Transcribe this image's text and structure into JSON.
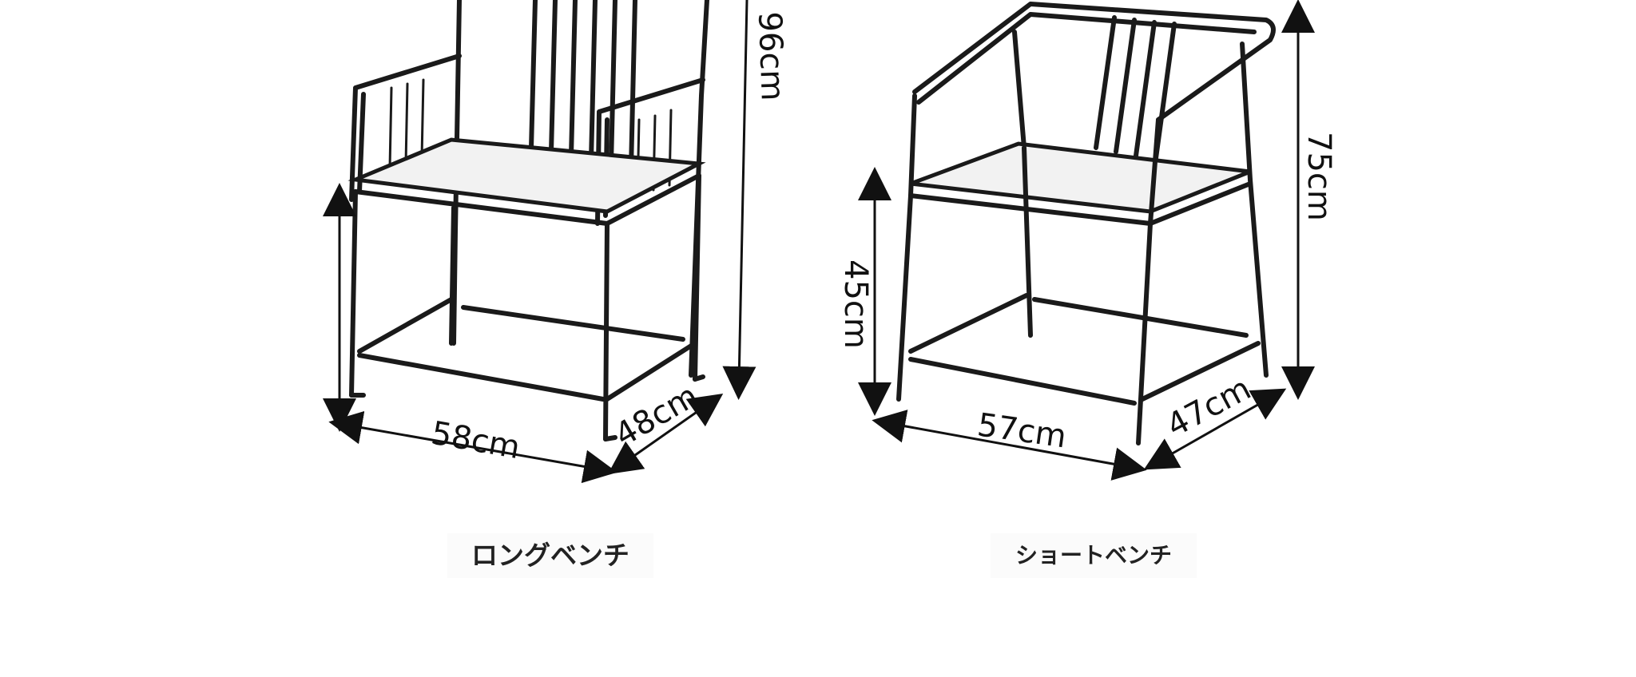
{
  "colors": {
    "background": "#ffffff",
    "line": "#1a1a1a",
    "caption_text": "#222222"
  },
  "long_bench": {
    "caption": "ロングベンチ",
    "dimensions": {
      "height": "96cm",
      "width": "58cm",
      "depth": "48cm"
    }
  },
  "short_bench": {
    "caption": "ショートベンチ",
    "dimensions": {
      "height": "75cm",
      "seat_height": "45cm",
      "width": "57cm",
      "depth": "47cm"
    }
  }
}
